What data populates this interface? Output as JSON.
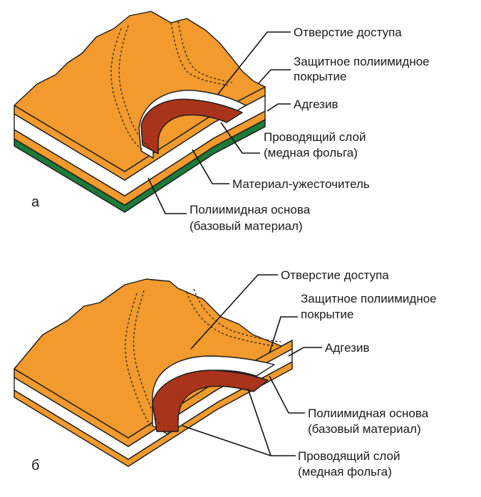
{
  "diagram_a": {
    "tag": "а",
    "labels": {
      "access_hole": "Отверстие доступа",
      "coverlay_1": "Защитное полиимидное",
      "coverlay_2": "покрытие",
      "adhesive": "Адгезив",
      "conductor_1": "Проводящий слой",
      "conductor_2": "(медная фольга)",
      "stiffener": "Материал-ужесточитель",
      "base_1": "Полиимидная основа",
      "base_2": "(базовый материал)"
    }
  },
  "diagram_b": {
    "tag": "б",
    "labels": {
      "access_hole": "Отверстие доступа",
      "coverlay_1": "Защитное полиимидное",
      "coverlay_2": "покрытие",
      "adhesive": "Адгезив",
      "base_1": "Полиимидная основа",
      "base_2": "(базовый материал)",
      "conductor_1": "Проводящий слой",
      "conductor_2": "(медная фольга)"
    }
  },
  "colors": {
    "polyimide": "#f29a2e",
    "adhesive": "#ffffff",
    "copper": "#a8341c",
    "stiffener": "#1e7a3a",
    "outline": "#1a1a1a"
  }
}
